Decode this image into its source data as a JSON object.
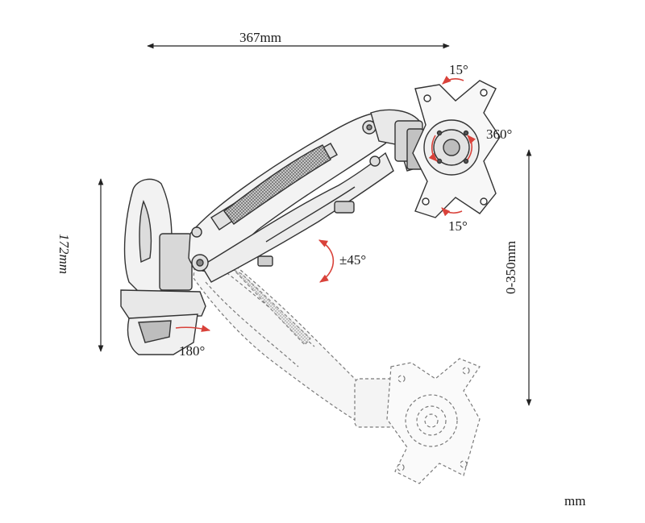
{
  "dimensions": {
    "width": "367mm",
    "height": "172mm",
    "height_travel": "0-350mm"
  },
  "angles": {
    "tilt_top": "15°",
    "tilt_bottom": "15°",
    "rotation": "360°",
    "arm_tilt": "±45°",
    "base_swivel": "180°"
  },
  "unit": "mm",
  "colors": {
    "line": "#333333",
    "arrow": "#d9423a",
    "dashed": "#7a7a7a"
  }
}
